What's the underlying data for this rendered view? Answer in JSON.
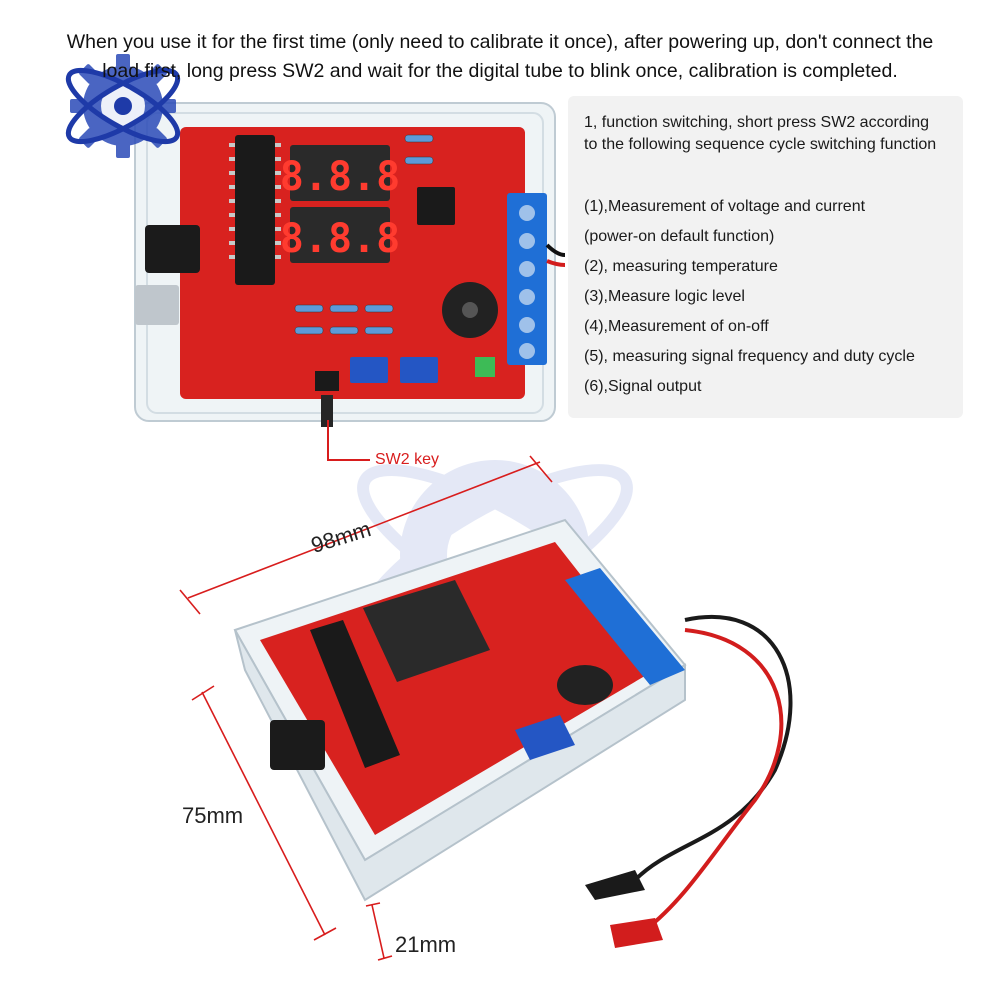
{
  "top_note": {
    "line1": "When you use it for the first time (only need to calibrate it once), after powering up, don't connect the",
    "line2": "load first, long press SW2 and wait for the digital tube to blink once, calibration is completed."
  },
  "info": {
    "title": "1, function switching, short press SW2 according to the following sequence cycle switching function",
    "items": [
      "(1),Measurement of voltage and current",
      "(power-on default function)",
      "(2), measuring temperature",
      "(3),Measure logic level",
      "(4),Measurement of on-off",
      "(5), measuring signal frequency and duty cycle",
      "(6),Signal output"
    ]
  },
  "callout": {
    "sw2": "SW2 key"
  },
  "dimensions": {
    "width": "98mm",
    "height": "75mm",
    "depth": "21mm"
  },
  "display": {
    "digits_top": "8.8.8",
    "digits_bottom": "8.8.8"
  },
  "colors": {
    "board": "#d8221f",
    "terminal": "#1f6fd6",
    "watermark": "#2b4bb8",
    "callout": "#d81d1d"
  }
}
